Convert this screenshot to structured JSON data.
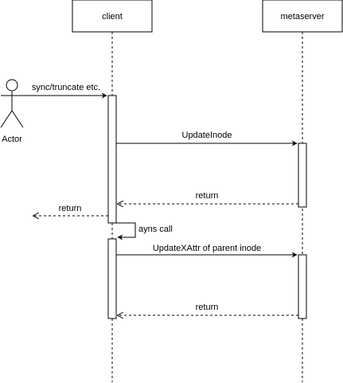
{
  "participants": {
    "client": "client",
    "metaserver": "metaserver"
  },
  "actor": {
    "label": "Actor"
  },
  "messages": {
    "sync_truncate": "sync/truncate etc.",
    "update_inode": "UpdateInode",
    "return_from_metaserver_1": "return",
    "return_to_actor": "return",
    "async_call": "ayns call",
    "update_xattr": "UpdateXAttr of parent inode",
    "return_from_metaserver_2": "return"
  }
}
